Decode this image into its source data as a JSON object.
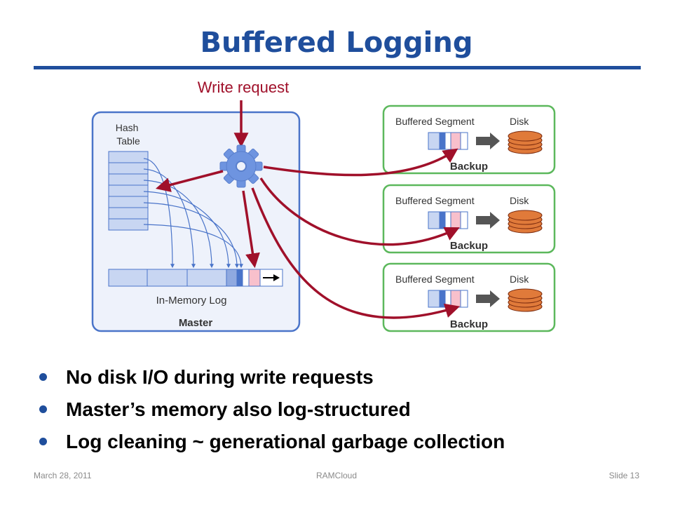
{
  "slide": {
    "title": "Buffered Logging",
    "footer": {
      "date": "March 28, 2011",
      "center": "RAMCloud",
      "slide_number": "Slide 13"
    }
  },
  "colors": {
    "title_blue": "#1f4e9c",
    "request_red": "#a0102a",
    "backup_green": "#5cb85c",
    "master_fill": "#eef2fb",
    "master_border": "#4a74c9",
    "entry_blue": "#c8d6f2",
    "entry_dark": "#4a74c9",
    "entry_pink": "#f8c0cc",
    "disk_orange": "#e07a3a"
  },
  "diagram": {
    "write_request": "Write request",
    "master": {
      "label": "Master",
      "hash_table_label": "Hash Table",
      "log_label": "In-Memory Log"
    },
    "backups": [
      {
        "label": "Backup",
        "buffered_segment": "Buffered Segment",
        "disk": "Disk"
      },
      {
        "label": "Backup",
        "buffered_segment": "Buffered Segment",
        "disk": "Disk"
      },
      {
        "label": "Backup",
        "buffered_segment": "Buffered Segment",
        "disk": "Disk"
      }
    ],
    "icons": [
      "gear-icon",
      "disk-stack-icon",
      "arrow-icon"
    ]
  },
  "bullets": [
    "No disk I/O during write requests",
    "Master’s memory also log-structured",
    "Log cleaning ~ generational garbage collection"
  ]
}
